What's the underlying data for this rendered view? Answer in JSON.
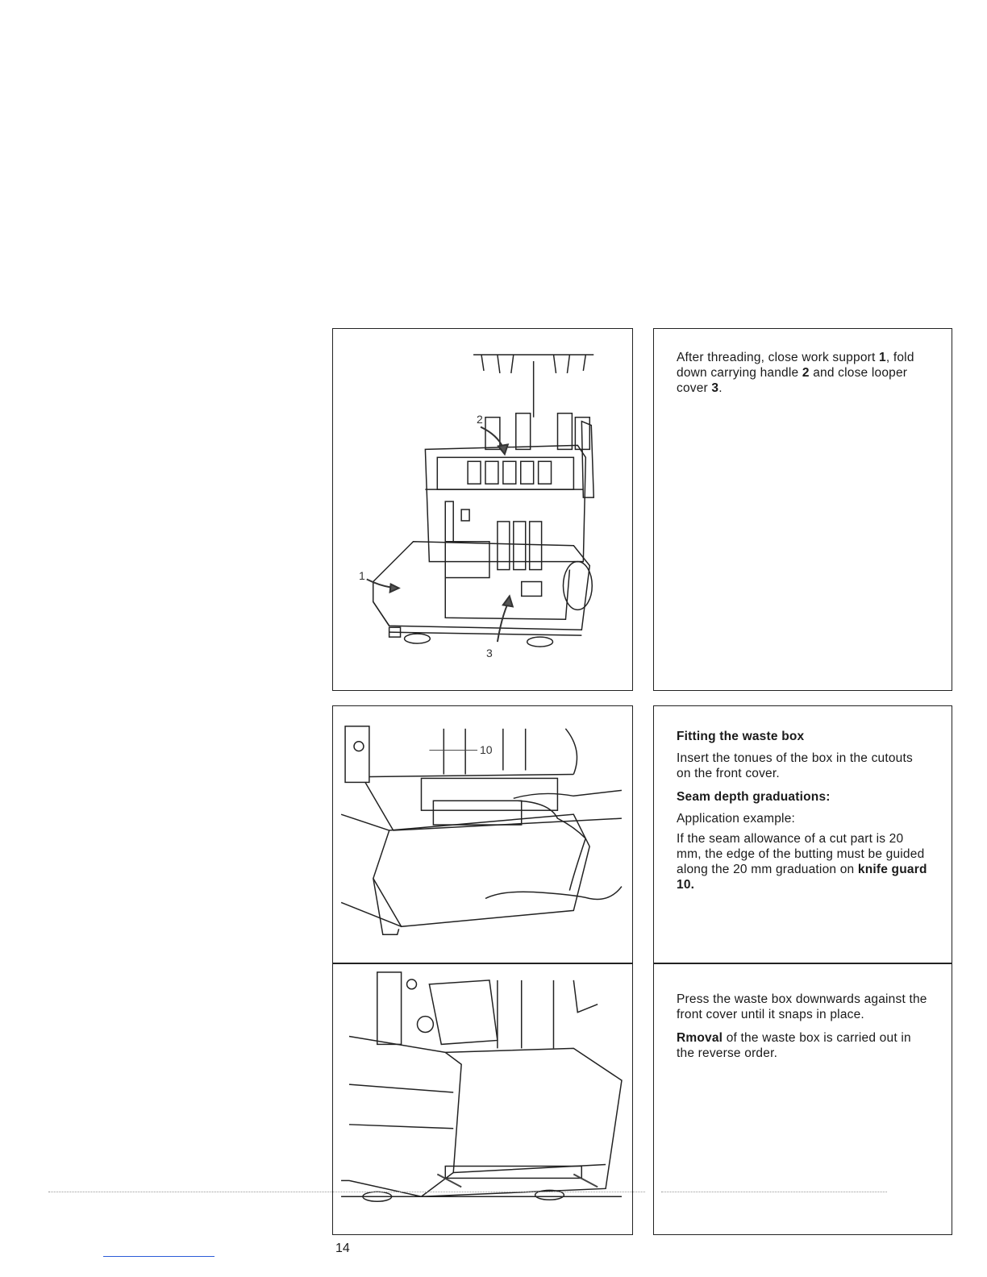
{
  "panels": {
    "top_text": {
      "p1_a": "After threading, close work support ",
      "p1_b": "1",
      "p1_c": ", fold down carrying handle ",
      "p1_d": "2",
      "p1_e": " and close looper cover ",
      "p1_f": "3",
      "p1_g": "."
    },
    "middle_text": {
      "heading1": "Fitting the waste box",
      "p1": "Insert the tonues of the box in the cutouts on the front cover.",
      "heading2": "Seam depth graduations:",
      "p2": "Application example:",
      "p3_a": "If the seam allowance of a cut part is 20 mm, the edge of the butting must be guided along the 20 mm graduation on ",
      "p3_b": "knife guard 10."
    },
    "bottom_text": {
      "p1": "Press the waste box downwards against the front cover until it snaps in place.",
      "p2_a": "Rmoval",
      "p2_b": " of the waste box is carried out in the reverse order."
    }
  },
  "figures": {
    "overlocker_callouts": [
      "1",
      "2",
      "3"
    ],
    "waste_box_callout": "10"
  },
  "page_number": "14",
  "colors": {
    "ink": "#1a1a1a",
    "footer_rule": "#2b5bd7"
  }
}
